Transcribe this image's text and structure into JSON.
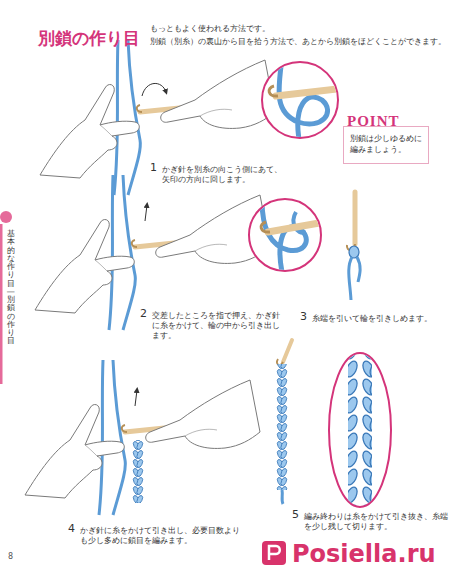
{
  "diagram": {
    "title": "別鎖の作り目",
    "nodes": [
      {
        "text": [
          "POINT",
          "別鎖は少しゆるめに 編みましょう。"
        ]
      }
    ],
    "labels": [
      "もっともよく使われる方法です。",
      "別鎖（別糸）の裏山から目を拾う方法で、あとから別鎖をほどくことができます。",
      "1",
      "かぎ針を別糸の向こう側にあて、矢印の方向に回します。",
      "2",
      "交差したところを指で押え、かぎ針に糸をかけて、輪の中から引き出します。",
      "3",
      "糸端を引いて輪を引きしめます。",
      "4",
      "かぎ針に糸をかけて引き出し、必要目数よりも少し多めに鎖目を編みます。",
      "5",
      "編み終わりは糸をかけて引き抜き、糸端を少し残して切ります。",
      "基本的な作り目―別鎖の作り目",
      "8",
      "Posiella.ru"
    ]
  }
}
